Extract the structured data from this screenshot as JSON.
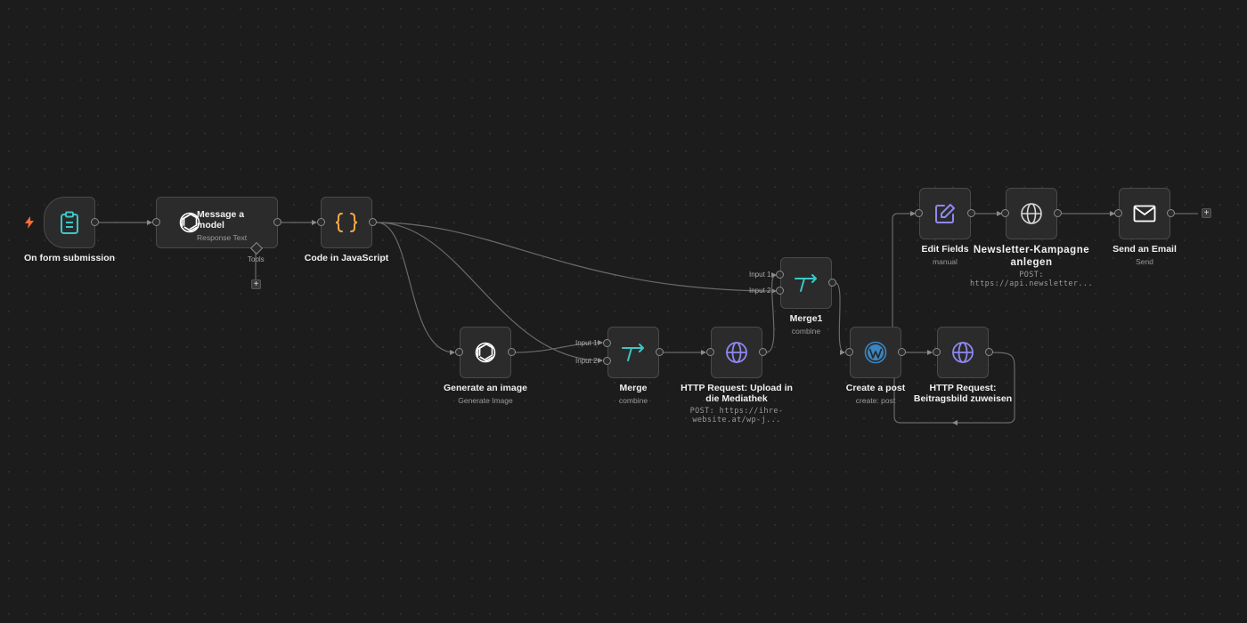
{
  "nodes": {
    "form": {
      "title": "On form submission"
    },
    "message": {
      "title": "Message a model",
      "subtitle": "Response Text",
      "tools_label": "Tools"
    },
    "code": {
      "title": "Code in JavaScript"
    },
    "image": {
      "title": "Generate an image",
      "subtitle": "Generate Image"
    },
    "merge": {
      "title": "Merge",
      "subtitle": "combine",
      "input1": "Input 1",
      "input2": "Input 2"
    },
    "upload": {
      "title_line1": "HTTP Request: Upload in",
      "title_line2": "die Mediathek",
      "subtitle": "POST: https://ihre-website.at/wp-j..."
    },
    "merge1": {
      "title": "Merge1",
      "subtitle": "combine",
      "input1": "Input 1",
      "input2": "Input 2"
    },
    "post": {
      "title": "Create a post",
      "subtitle": "create: post"
    },
    "beitrag": {
      "title_line1": "HTTP Request:",
      "title_line2": "Beitragsbild zuweisen"
    },
    "edit": {
      "title": "Edit Fields",
      "subtitle": "manual"
    },
    "newsletter": {
      "title_line1": "Newsletter-Kampagne",
      "title_line2": "anlegen",
      "subtitle": "POST: https://api.newsletter..."
    },
    "email": {
      "title": "Send an Email",
      "subtitle": "Send"
    }
  },
  "icons": {
    "form": "clipboard-icon",
    "message": "openai-icon",
    "code": "braces-icon",
    "image": "openai-icon",
    "merge": "merge-icon",
    "upload": "globe-icon",
    "merge1": "merge-icon",
    "post": "wordpress-icon",
    "beitrag": "globe-icon",
    "edit": "edit-icon",
    "newsletter": "globe-icon",
    "email": "mail-icon",
    "trigger": "lightning-icon"
  },
  "colors": {
    "canvas": "#1c1c1c",
    "node": "#2b2b2b",
    "node_border": "#4a4a4a",
    "edge": "#6a6a6a",
    "teal": "#3ec6c6",
    "orange": "#f0a84a",
    "purple": "#8f88f0",
    "wordpress": "#3b86c3",
    "trigger": "#ff6d3a"
  },
  "buttons": {
    "add": "+"
  }
}
